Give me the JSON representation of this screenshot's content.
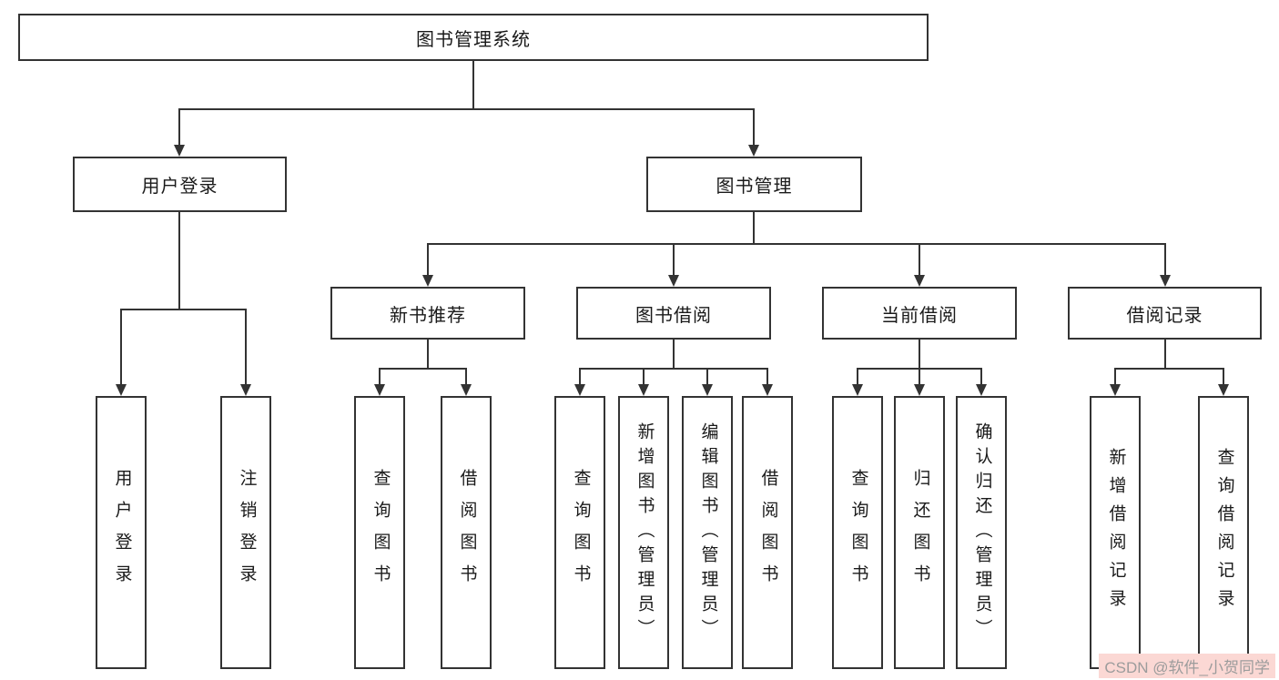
{
  "tree": {
    "label": "图书管理系统",
    "children": [
      {
        "label": "用户登录",
        "children": [
          {
            "label": "用户登录"
          },
          {
            "label": "注销登录"
          }
        ]
      },
      {
        "label": "图书管理",
        "children": [
          {
            "label": "新书推荐",
            "children": [
              {
                "label": "查询图书"
              },
              {
                "label": "借阅图书"
              }
            ]
          },
          {
            "label": "图书借阅",
            "children": [
              {
                "label": "查询图书"
              },
              {
                "label": "新增图书（管理员）"
              },
              {
                "label": "编辑图书（管理员）"
              },
              {
                "label": "借阅图书"
              }
            ]
          },
          {
            "label": "当前借阅",
            "children": [
              {
                "label": "查询图书"
              },
              {
                "label": "归还图书"
              },
              {
                "label": "确认归还（管理员）"
              }
            ]
          },
          {
            "label": "借阅记录",
            "children": [
              {
                "label": "新增借阅记录"
              },
              {
                "label": "查询借阅记录"
              }
            ]
          }
        ]
      }
    ]
  },
  "watermark": {
    "text": "CSDN @软件_小贺同学"
  },
  "colors": {
    "line": "#333333",
    "border": "#333333",
    "text": "#1a1a1a",
    "watermark_bg": "#fbd8d4",
    "watermark_text": "#9c9c9c"
  }
}
